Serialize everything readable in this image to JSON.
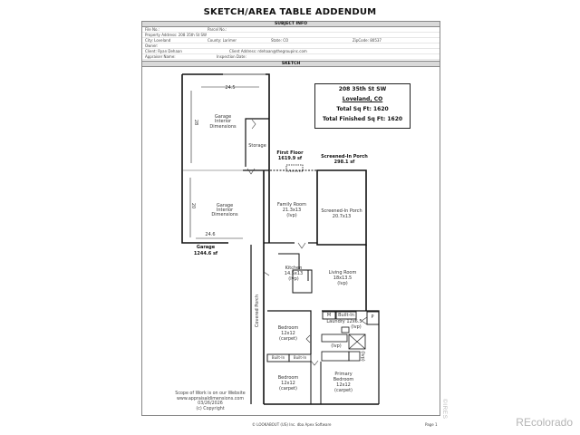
{
  "document": {
    "title": "SKETCH/AREA TABLE ADDENDUM"
  },
  "subject_info": {
    "header": "SUBJECT INFO",
    "file_no": "File No.:",
    "parcel_no": "Parcel No.:",
    "property_address": "Property Address: 208 35th St SW",
    "city": "City: Loveland",
    "county": "County: Larimer",
    "state": "State: CO",
    "zipcode": "ZipCode: 80537",
    "owner": "Owner:",
    "client": "Client: Ryan Dehaan",
    "client_address": "Client Address: rdehaan@thegroupinc.com",
    "appraiser_name": "Appraiser Name:",
    "inspection_date": "Inspection Date:"
  },
  "sketch": {
    "header": "SKETCH",
    "address_box": {
      "street": "208 35th St SW",
      "city": "Loveland, CO",
      "total_sqft": "Total Sq Ft: 1620",
      "total_finished_sqft": "Total Finished Sq Ft: 1620"
    },
    "areas": {
      "garage_title": "Garage",
      "garage_area": "1244.6 sf",
      "first_floor_title": "First Floor",
      "first_floor_area": "1619.9 sf",
      "porch_title": "Screened-In Porch",
      "porch_area": "298.1 sf"
    },
    "dimensions": {
      "garage_upper_width": "24.5",
      "garage_upper_depth": "28",
      "garage_lower_width": "24.6",
      "garage_lower_depth": "20"
    },
    "rooms": {
      "garage_upper_l1": "Garage",
      "garage_upper_l2": "Interior",
      "garage_upper_l3": "Dimensions",
      "storage": "Storage",
      "garage_lower_l1": "Garage",
      "garage_lower_l2": "Interior",
      "garage_lower_l3": "Dimensions",
      "family_l1": "Family Room",
      "family_l2": "21.3x13",
      "family_l3": "(lvp)",
      "porch_l1": "Screened-In Porch",
      "porch_l2": "20.7x13",
      "kitchen_l1": "Kitchen",
      "kitchen_l2": "14.5x13",
      "kitchen_l3": "(lvp)",
      "living_l1": "Living Room",
      "living_l2": "18x13.5",
      "living_l3": "(lvp)",
      "covered_porch": "Covered Porch",
      "bed1_l1": "Bedroom",
      "bed1_l2": "12x12",
      "bed1_l3": "(carpet)",
      "bed2_l1": "Bedroom",
      "bed2_l2": "12x12",
      "bed2_l3": "(carpet)",
      "primary_l1": "Primary",
      "primary_l2": "Bedroom",
      "primary_l3": "12x12",
      "primary_l4": "(carpet)",
      "laundry": "Laundry 12x6.5",
      "laundry_floor": "(lvp)",
      "bath1_floor": "(lvp)",
      "bath2_floor": "(lvp)",
      "m": "M",
      "p": "P",
      "builtin_laundry": "Built-In",
      "builtin_1": "Built-In",
      "builtin_2": "Built-In"
    },
    "footnote": {
      "line1": "Scope of Work is on our Website",
      "line2": "www.appraisaldimensions.com",
      "line3": "03/26/2026",
      "line4": "(c) Copyright"
    }
  },
  "footer": {
    "software": "© LOOKABOUT (US) Inc. dba Apex Software",
    "page": "Page 1"
  },
  "watermark": {
    "brand": "REcolorado",
    "ires": "©IRES"
  }
}
